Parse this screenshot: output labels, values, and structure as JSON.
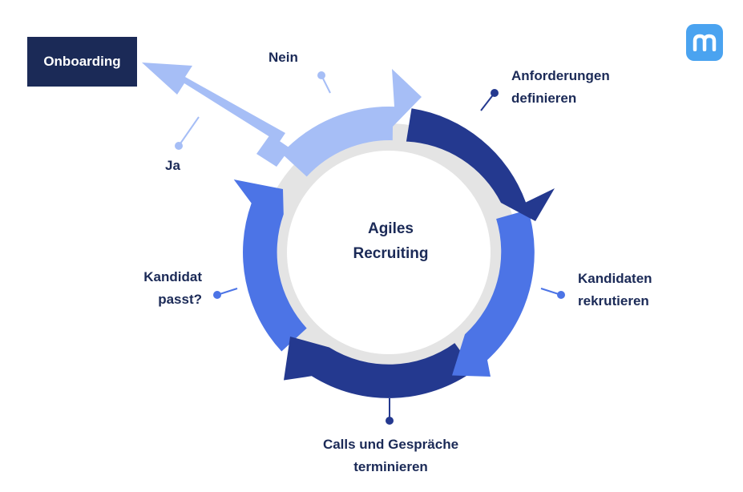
{
  "center": {
    "line1": "Agiles",
    "line2": "Recruiting"
  },
  "onboarding": {
    "label": "Onboarding"
  },
  "steps": [
    {
      "line1": "Anforderungen",
      "line2": "definieren"
    },
    {
      "line1": "Kandidaten",
      "line2": "rekrutieren"
    },
    {
      "line1": "Calls und Gespräche",
      "line2": "terminieren"
    },
    {
      "line1": "Kandidat",
      "line2": "passt?"
    }
  ],
  "decisions": {
    "no": "Nein",
    "yes": "Ja"
  },
  "colors": {
    "dark_navy": "#1b2a57",
    "dark_blue": "#24398f",
    "mid_blue": "#4c74e6",
    "light_blue": "#a6bef6",
    "ring_gray": "#e4e4e4",
    "logo_blue": "#4aa3f0"
  },
  "logo": {
    "icon": "m-logo-icon"
  }
}
